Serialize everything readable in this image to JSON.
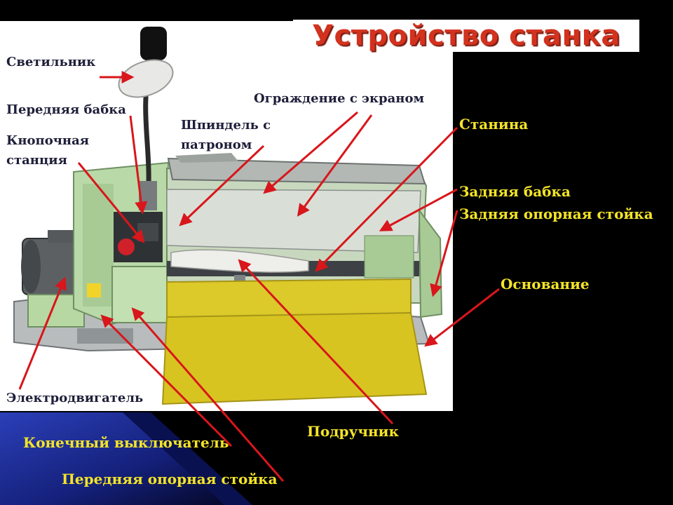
{
  "title": "Устройство станка",
  "labels": {
    "lamp": "Светильник",
    "headstock": "Передняя бабка",
    "button_station_1": "Кнопочная",
    "button_station_2": "станция",
    "spindle_1": "Шпиндель с",
    "spindle_2": "патроном",
    "guard": "Ограждение с экраном",
    "bed": "Станина",
    "tailstock": "Задняя бабка",
    "rear_post": "Задняя опорная стойка",
    "base": "Основание",
    "motor": "Электродвигатель",
    "limit_switch": "Конечный выключатель",
    "front_post": "Передняя опорная стойка",
    "tool_rest": "Подручник"
  },
  "colors": {
    "background": "#000000",
    "swoosh": "#1b2a8a",
    "panel": "#ffffff",
    "title": "#d2321e",
    "arrow": "#d8161b",
    "label_dark": "#1f1f3a",
    "label_yellow": "#f4e428",
    "machine_green": "#b9d9a8",
    "guard_yellow": "#d8c421"
  }
}
